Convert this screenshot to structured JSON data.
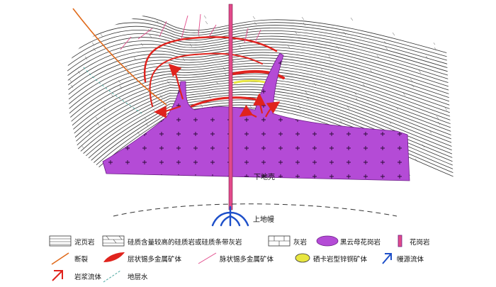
{
  "labels": {
    "lower_crust": "下地壳",
    "upper_mantle": "上地幔"
  },
  "legend": [
    {
      "icon": "mudstone-swatch-icon",
      "label": "泥页岩"
    },
    {
      "icon": "siliceous-rock-swatch-icon",
      "label": "硅质含量较高的硅质岩或硅质条带灰岩"
    },
    {
      "icon": "limestone-swatch-icon",
      "label": "灰岩"
    },
    {
      "icon": "biotite-granite-swatch-icon",
      "label": "黑云母花岗岩"
    },
    {
      "icon": "granite-dike-swatch-icon",
      "label": "花岗岩"
    },
    {
      "icon": "fault-swatch-icon",
      "label": "断裂"
    },
    {
      "icon": "stratiform-ore-swatch-icon",
      "label": "层状锡多金属矿体"
    },
    {
      "icon": "vein-ore-swatch-icon",
      "label": "脉状锡多金属矿体"
    },
    {
      "icon": "skarn-ore-swatch-icon",
      "label": "硒卡岩型锌铜矿体"
    },
    {
      "icon": "mantle-flow-swatch-icon",
      "label": "幔源流体"
    },
    {
      "icon": "magma-fluid-swatch-icon",
      "label": "岩浆流体"
    },
    {
      "icon": "groundwater-swatch-icon",
      "label": "地层水"
    }
  ],
  "colors": {
    "granite": "#b44bd6",
    "ore": "#e0231d",
    "fault": "#e06a1a",
    "dike": "#e24a8a",
    "mantle": "#1d4fc9",
    "skarn": "#e8e640",
    "groundwater": "#4aa8a0"
  }
}
